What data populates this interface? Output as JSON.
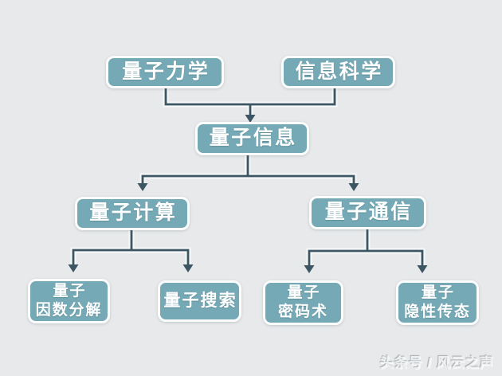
{
  "diagram": {
    "type": "flowchart",
    "direction": "top-down",
    "nodes": {
      "quantum_mechanics": {
        "label": "量子力学"
      },
      "information_science": {
        "label": "信息科学"
      },
      "quantum_information": {
        "label": "量子信息"
      },
      "quantum_computing": {
        "label": "量子计算"
      },
      "quantum_communication": {
        "label": "量子通信"
      },
      "quantum_factoring": {
        "label": "量子\n因数分解"
      },
      "quantum_search": {
        "label": "量子搜索"
      },
      "quantum_cryptography": {
        "label": "量子\n密码术"
      },
      "quantum_teleportation": {
        "label": "量子\n隐性传态"
      }
    },
    "edges": [
      {
        "from": [
          "quantum_mechanics",
          "information_science"
        ],
        "to": "quantum_information"
      },
      {
        "from": "quantum_information",
        "to": [
          "quantum_computing",
          "quantum_communication"
        ]
      },
      {
        "from": "quantum_computing",
        "to": [
          "quantum_factoring",
          "quantum_search"
        ]
      },
      {
        "from": "quantum_communication",
        "to": [
          "quantum_cryptography",
          "quantum_teleportation"
        ]
      }
    ]
  },
  "watermark": {
    "text": "头条号 / 风云之声"
  },
  "colors": {
    "background": "#e7e9eb",
    "node_fill": "#74a9b5",
    "node_border": "#fbfcfc",
    "node_text": "#ffffff",
    "connector": "#3d5663"
  }
}
